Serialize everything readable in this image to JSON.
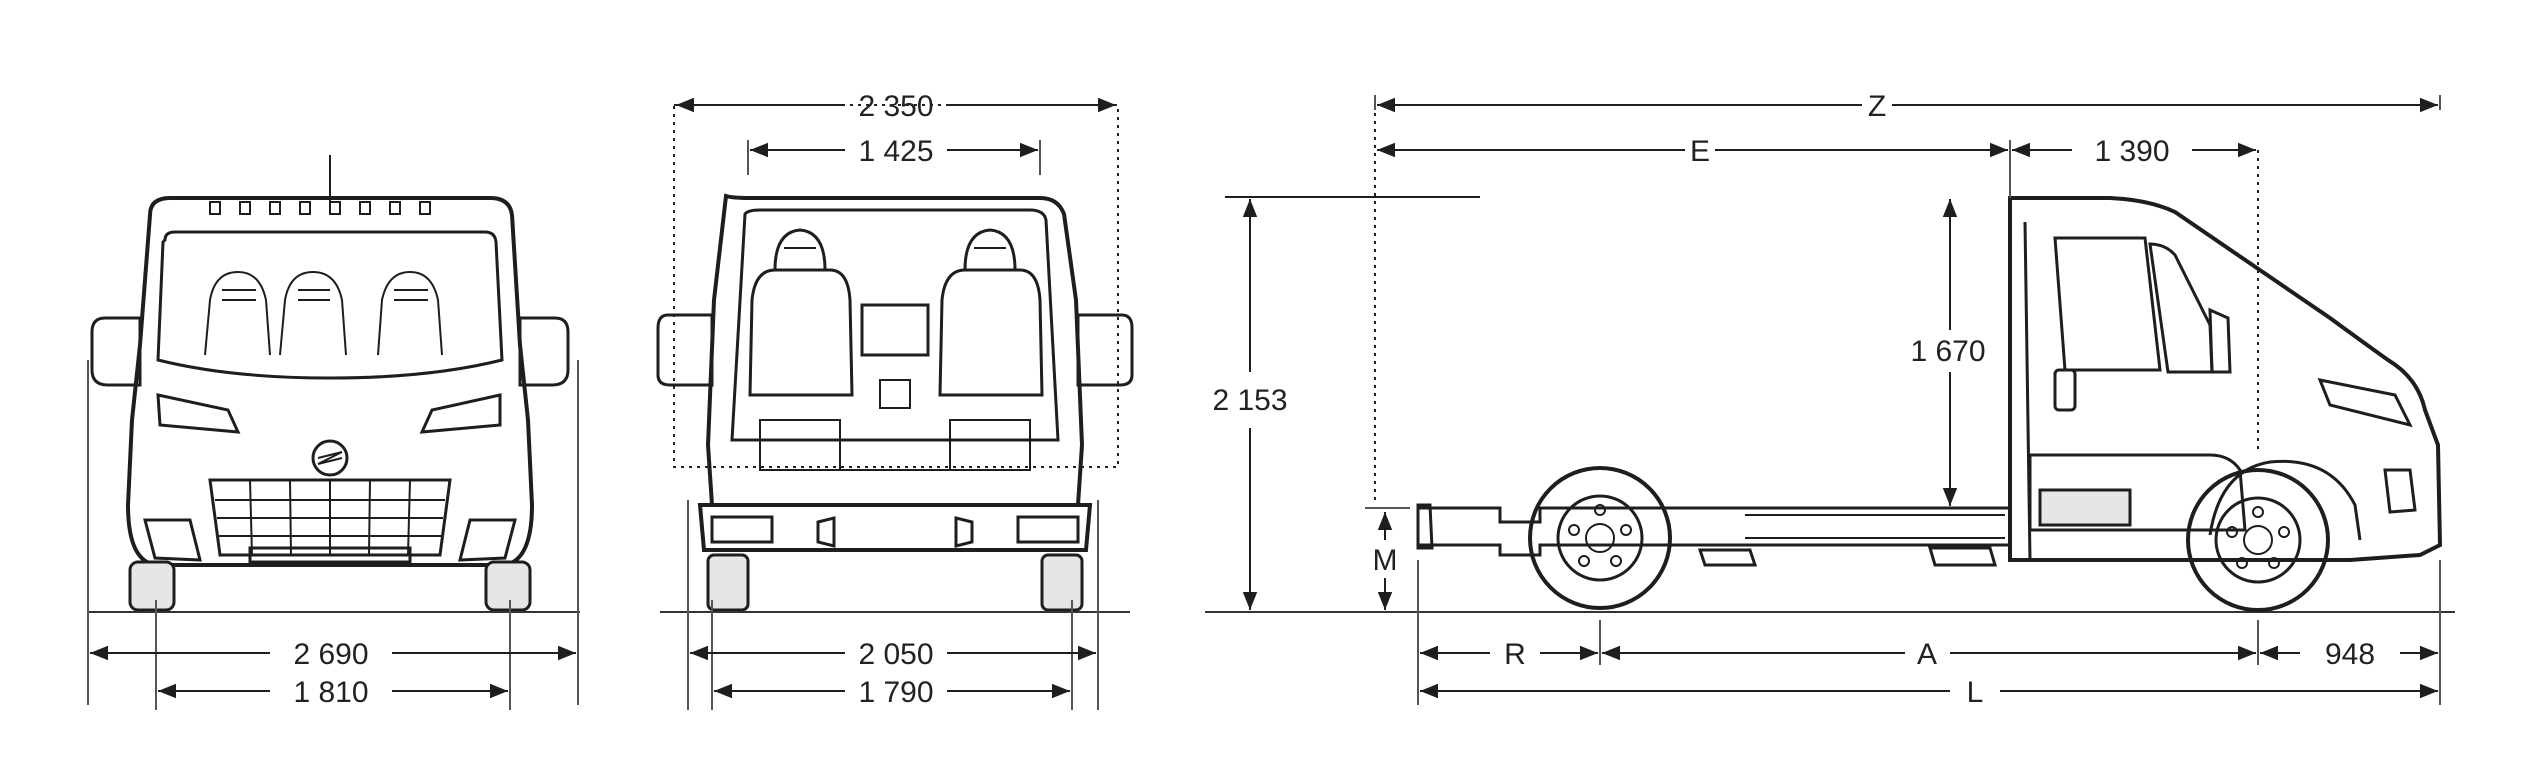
{
  "front_view": {
    "overall_width": "2 690",
    "track_width": "1 810"
  },
  "rear_view": {
    "box_width": "2 350",
    "inner_width": "1 425",
    "body_width": "2 050",
    "rear_track": "1 790"
  },
  "side_view": {
    "total_length_code": "Z",
    "cargo_length_code": "E",
    "cab_length": "1 390",
    "overall_height": "2 153",
    "cab_height": "1 670",
    "clearance_code": "M",
    "rear_overhang_code": "R",
    "wheelbase_code": "A",
    "front_overhang": "948",
    "length_code": "L"
  }
}
